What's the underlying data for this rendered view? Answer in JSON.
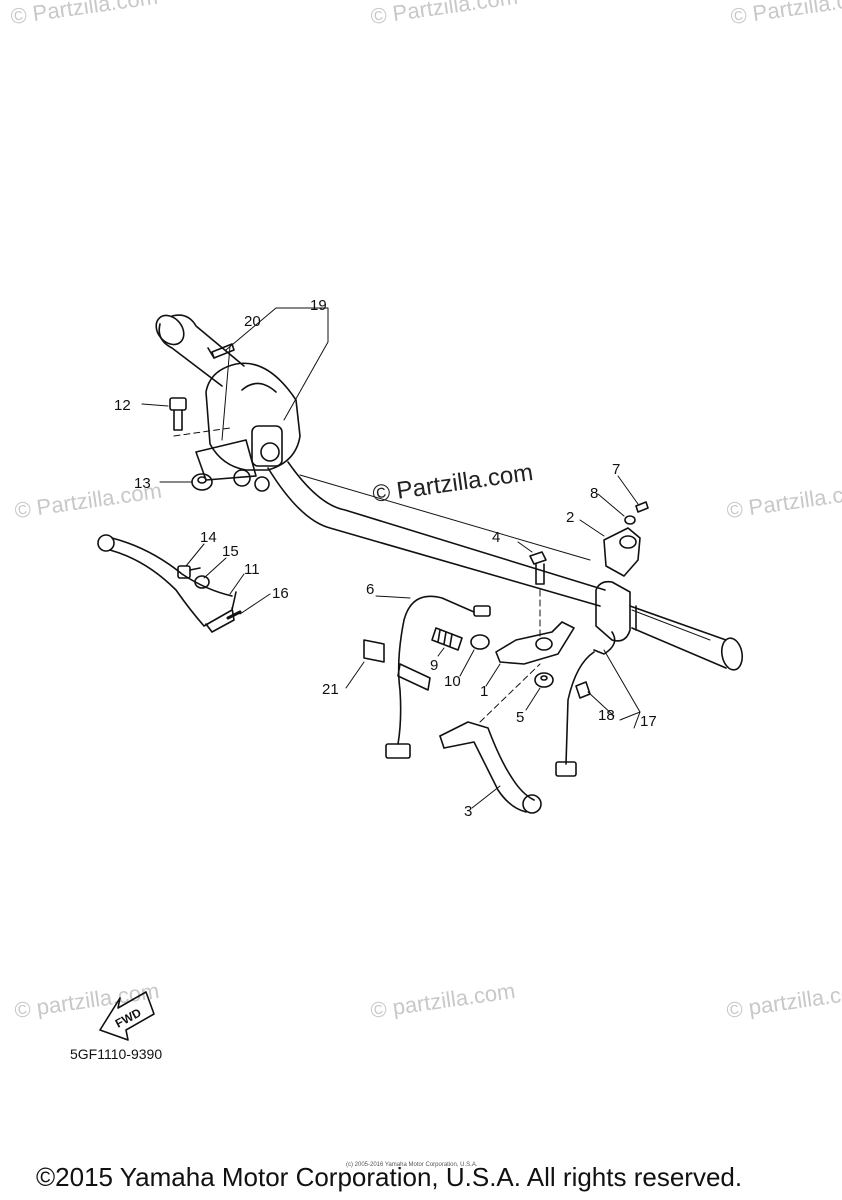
{
  "watermark_text": "© Partzilla.com",
  "watermark_text_lower": "© partzilla.com",
  "center_watermark": "© Partzilla.com",
  "fwd_label": "FWD",
  "diagram_code": "5GF1110-9390",
  "fine_print": "(c) 2005-2016 Yamaha Motor Corporation, U.S.A.",
  "copyright": "©2015 Yamaha Motor Corporation, U.S.A. All rights reserved.",
  "callouts": [
    "1",
    "2",
    "3",
    "4",
    "5",
    "6",
    "7",
    "8",
    "9",
    "10",
    "11",
    "12",
    "13",
    "14",
    "15",
    "16",
    "17",
    "18",
    "19",
    "20",
    "21"
  ],
  "colors": {
    "line": "#111111",
    "watermark": "#c8c8c8"
  }
}
